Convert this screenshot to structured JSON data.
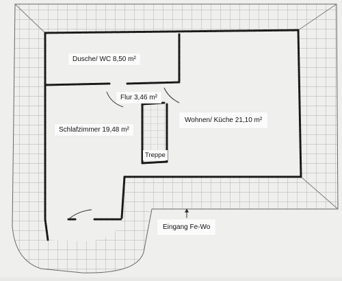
{
  "plan": {
    "rooms": [
      {
        "key": "dusche",
        "label": "Dusche/ WC  8,50 m²"
      },
      {
        "key": "flur",
        "label": "Flur  3,46 m²"
      },
      {
        "key": "schlafzimmer",
        "label": "Schlafzimmer 19,48 m²"
      },
      {
        "key": "wohnen",
        "label": "Wohnen/ Küche 21,10 m²"
      },
      {
        "key": "treppe",
        "label": "Treppe"
      }
    ],
    "entrance_label": "Eingang Fe-Wo"
  },
  "colors": {
    "paper": "#efefed",
    "grid_line": "#9a9a9a",
    "wall": "#1a1a1a",
    "label_bg": "#fbfbfb"
  }
}
